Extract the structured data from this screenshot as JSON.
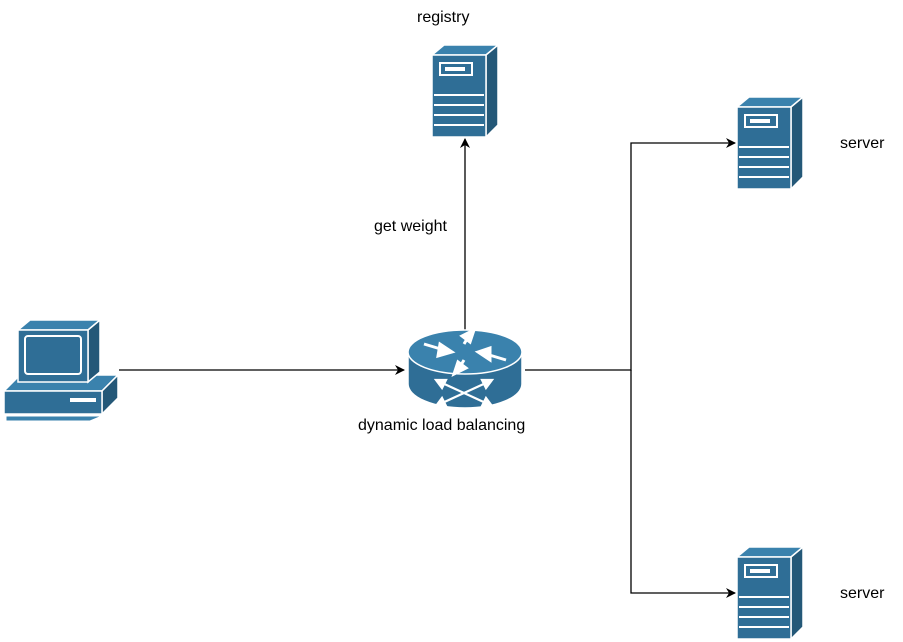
{
  "labels": {
    "registry": "registry",
    "get_weight": "get weight",
    "load_balancer": "dynamic load balancing",
    "server_top": "server",
    "server_bottom": "server"
  },
  "nodes": {
    "client": {
      "icon": "desktop-computer-icon"
    },
    "registry": {
      "icon": "server-tower-icon"
    },
    "load_balancer": {
      "icon": "router-icon"
    },
    "server_top": {
      "icon": "server-tower-icon"
    },
    "server_bottom": {
      "icon": "server-tower-icon"
    }
  },
  "colors": {
    "icon_front": "#2f6e96",
    "icon_side": "#245878",
    "icon_top": "#3a82ad",
    "icon_outline": "#ffffff",
    "connector": "#000000",
    "background": "#ffffff"
  }
}
